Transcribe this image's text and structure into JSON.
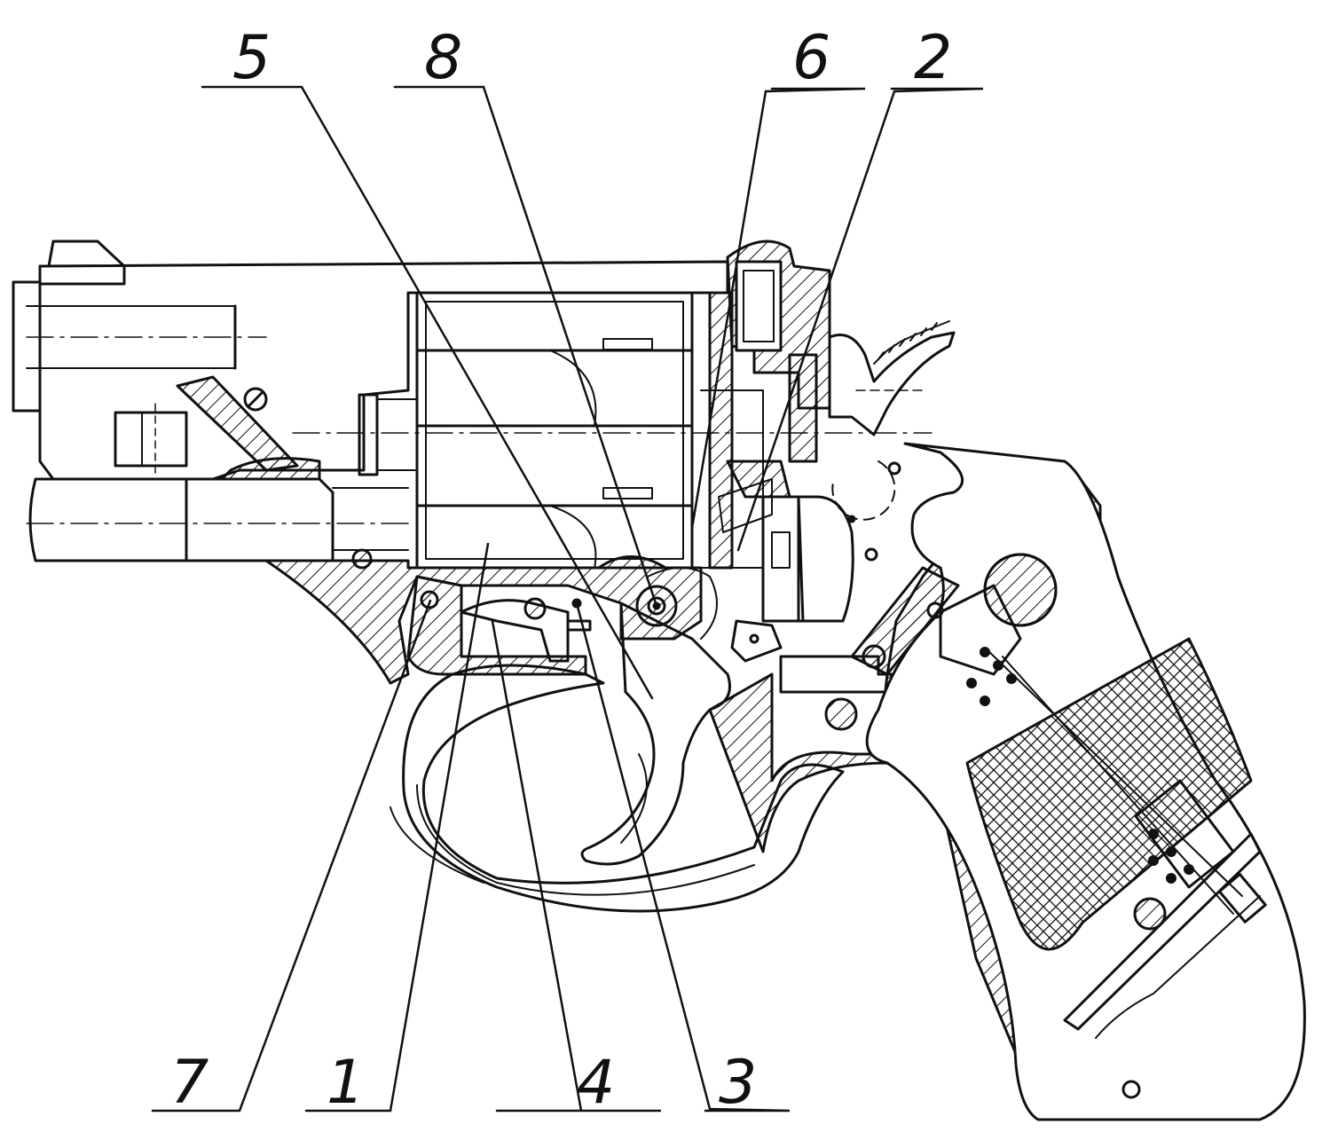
{
  "colors": {
    "ink": "#111111",
    "paper": "#ffffff"
  },
  "callouts": [
    {
      "id": "5",
      "label": "5"
    },
    {
      "id": "8",
      "label": "8"
    },
    {
      "id": "6",
      "label": "6"
    },
    {
      "id": "2",
      "label": "2"
    },
    {
      "id": "7",
      "label": "7"
    },
    {
      "id": "1",
      "label": "1"
    },
    {
      "id": "4",
      "label": "4"
    },
    {
      "id": "3",
      "label": "3"
    }
  ]
}
